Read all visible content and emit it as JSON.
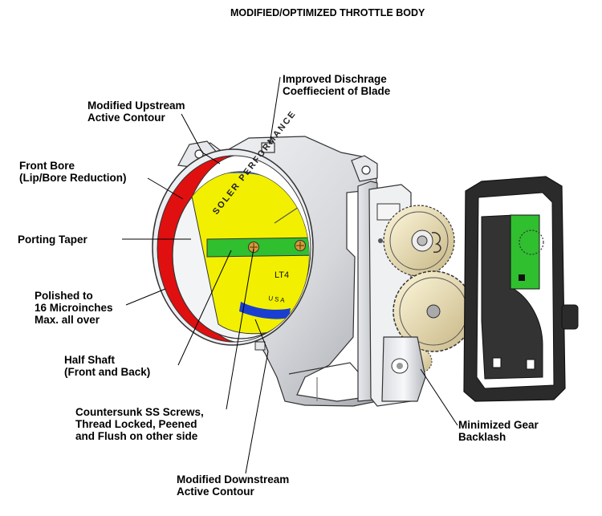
{
  "title": "MODIFIED/OPTIMIZED THROTTLE BODY",
  "blade": {
    "arc_text": "SOLER PERFORMANCE",
    "model": "LT4",
    "usa": "USA"
  },
  "callouts": {
    "discharge": [
      "Improved Dischrage",
      "Coeffiecient of Blade"
    ],
    "upstream": [
      "Modified Upstream",
      "Active Contour"
    ],
    "front_bore": [
      "Front Bore",
      "(Lip/Bore Reduction)"
    ],
    "porting": [
      "Porting Taper"
    ],
    "polished": [
      "Polished to",
      "16 Microinches",
      "Max. all over"
    ],
    "half_shaft": [
      "Half Shaft",
      "(Front and Back)"
    ],
    "screws": [
      "Countersunk SS Screws,",
      "Thread Locked, Peened",
      "and Flush on other side"
    ],
    "downstream": [
      "Modified Downstream",
      "Active Contour"
    ],
    "gear": [
      "Minimized Gear",
      "Backlash"
    ]
  },
  "colors": {
    "bore_red": "#e01010",
    "blade_yellow": "#f2f000",
    "shaft_green": "#2fbf2f",
    "contour_blue": "#1a3fd0",
    "housing_gray": "#d6d8dc",
    "cover_black": "#222222",
    "text": "#000000"
  }
}
